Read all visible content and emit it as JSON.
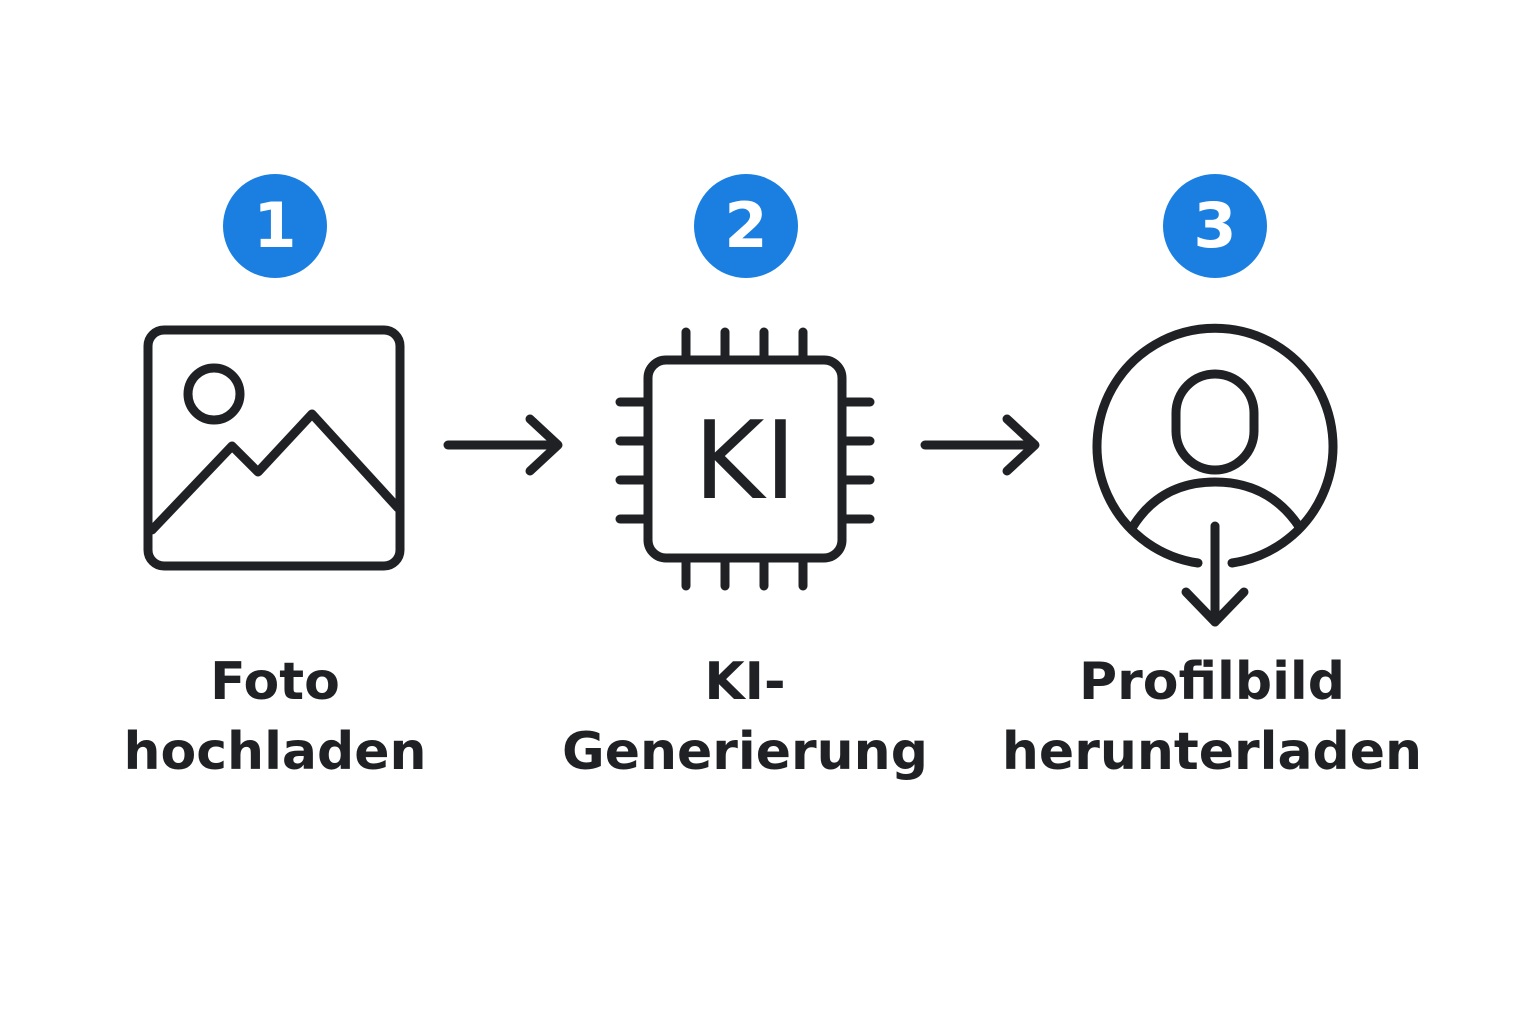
{
  "colors": {
    "accent": "#1a7fe0",
    "ink": "#1f2124",
    "background": "#ffffff"
  },
  "steps": [
    {
      "number": "1",
      "icon": "image-icon",
      "label_line1": "Foto",
      "label_line2": "hochladen"
    },
    {
      "number": "2",
      "icon": "ai-chip-icon",
      "chip_text": "KI",
      "label_line1": "KI-",
      "label_line2": "Generierung"
    },
    {
      "number": "3",
      "icon": "profile-download-icon",
      "label_line1": "Profilbild",
      "label_line2": "herunterladen"
    }
  ],
  "connectors": [
    "arrow-right-icon",
    "arrow-right-icon"
  ]
}
